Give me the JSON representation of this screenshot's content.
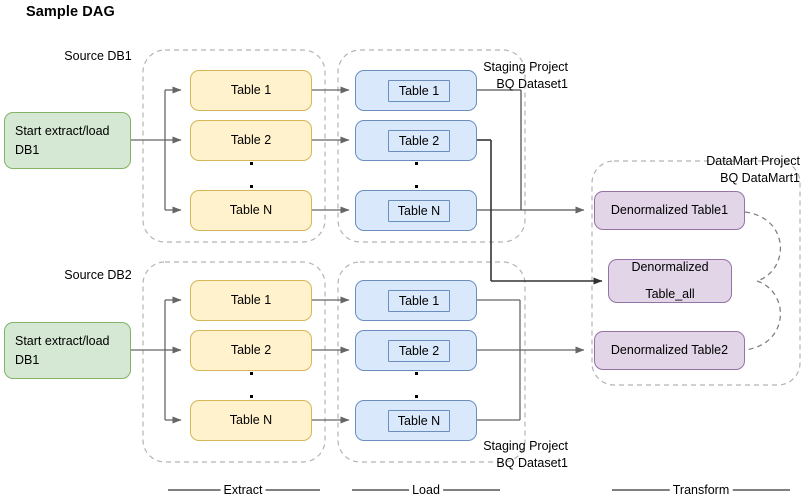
{
  "title": "Sample DAG",
  "groups": {
    "source_db1": "Source DB1",
    "source_db2": "Source DB2",
    "staging_top": "Staging Project\nBQ Dataset1",
    "staging_bottom": "Staging Project\nBQ Dataset1",
    "datamart": "DataMart Project\nBQ DataMart1"
  },
  "start_nodes": [
    {
      "id": "start-db1-top",
      "label": "Start extract/load\nDB1"
    },
    {
      "id": "start-db1-bottom",
      "label": "Start extract/load\nDB1"
    }
  ],
  "extract_top": [
    {
      "label": "Table 1"
    },
    {
      "label": "Table 2"
    },
    {
      "label": "Table N"
    }
  ],
  "extract_bottom": [
    {
      "label": "Table 1"
    },
    {
      "label": "Table 2"
    },
    {
      "label": "Table N"
    }
  ],
  "load_top": [
    {
      "label": "Table 1"
    },
    {
      "label": "Table 2"
    },
    {
      "label": "Table N"
    }
  ],
  "load_bottom": [
    {
      "label": "Table 1"
    },
    {
      "label": "Table 2"
    },
    {
      "label": "Table N"
    }
  ],
  "transform": [
    {
      "label": "Denormalized Table1"
    },
    {
      "label": "Denormalized\n\nTable_all"
    },
    {
      "label": "Denormalized Table2"
    }
  ],
  "phases": [
    {
      "label": "Extract"
    },
    {
      "label": "Load"
    },
    {
      "label": "Transform"
    }
  ],
  "colors": {
    "green_fill": "#d5e8d4",
    "green_stroke": "#82b366",
    "yellow_fill": "#fff2cc",
    "yellow_stroke": "#d6b656",
    "blue_fill": "#dae8fc",
    "blue_stroke": "#6c8ebf",
    "purple_fill": "#e1d5e7",
    "purple_stroke": "#9673a6",
    "edge": "#666666",
    "container_dash": "#b3b3b3",
    "background": "#ffffff"
  }
}
